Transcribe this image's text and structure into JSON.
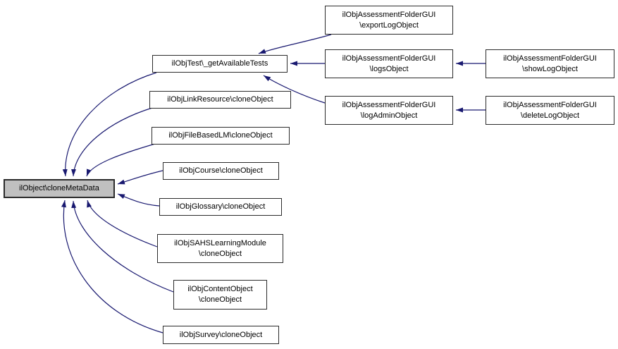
{
  "diagram": {
    "kind": "call-graph",
    "colors": {
      "edge": "#191970",
      "node_border": "#2b2b2b",
      "node_fill": "#ffffff",
      "highlight_fill": "#c0c0c0",
      "background": "#ffffff"
    },
    "highlighted_node": "ilObject\\cloneMetaData",
    "nodes": {
      "cloneMetaData": {
        "lines": [
          "ilObject\\cloneMetaData"
        ]
      },
      "getAvailableTests": {
        "lines": [
          "ilObjTest\\_getAvailableTests"
        ]
      },
      "linkResourceClone": {
        "lines": [
          "ilObjLinkResource\\cloneObject"
        ]
      },
      "fileBasedLMClone": {
        "lines": [
          "ilObjFileBasedLM\\cloneObject"
        ]
      },
      "courseClone": {
        "lines": [
          "ilObjCourse\\cloneObject"
        ]
      },
      "glossaryClone": {
        "lines": [
          "ilObjGlossary\\cloneObject"
        ]
      },
      "sahsClone": {
        "lines": [
          "ilObjSAHSLearningModule",
          "\\cloneObject"
        ]
      },
      "contentObjectClone": {
        "lines": [
          "ilObjContentObject",
          "\\cloneObject"
        ]
      },
      "surveyClone": {
        "lines": [
          "ilObjSurvey\\cloneObject"
        ]
      },
      "exportLogObject": {
        "lines": [
          "ilObjAssessmentFolderGUI",
          "\\exportLogObject"
        ]
      },
      "logsObject": {
        "lines": [
          "ilObjAssessmentFolderGUI",
          "\\logsObject"
        ]
      },
      "logAdminObject": {
        "lines": [
          "ilObjAssessmentFolderGUI",
          "\\logAdminObject"
        ]
      },
      "showLogObject": {
        "lines": [
          "ilObjAssessmentFolderGUI",
          "\\showLogObject"
        ]
      },
      "deleteLogObject": {
        "lines": [
          "ilObjAssessmentFolderGUI",
          "\\deleteLogObject"
        ]
      }
    },
    "edges": [
      {
        "from": "ilObjTest\\_getAvailableTests",
        "to": "ilObject\\cloneMetaData"
      },
      {
        "from": "ilObjLinkResource\\cloneObject",
        "to": "ilObject\\cloneMetaData"
      },
      {
        "from": "ilObjFileBasedLM\\cloneObject",
        "to": "ilObject\\cloneMetaData"
      },
      {
        "from": "ilObjCourse\\cloneObject",
        "to": "ilObject\\cloneMetaData"
      },
      {
        "from": "ilObjGlossary\\cloneObject",
        "to": "ilObject\\cloneMetaData"
      },
      {
        "from": "ilObjSAHSLearningModule\\cloneObject",
        "to": "ilObject\\cloneMetaData"
      },
      {
        "from": "ilObjContentObject\\cloneObject",
        "to": "ilObject\\cloneMetaData"
      },
      {
        "from": "ilObjSurvey\\cloneObject",
        "to": "ilObject\\cloneMetaData"
      },
      {
        "from": "ilObjAssessmentFolderGUI\\exportLogObject",
        "to": "ilObjTest\\_getAvailableTests"
      },
      {
        "from": "ilObjAssessmentFolderGUI\\logsObject",
        "to": "ilObjTest\\_getAvailableTests"
      },
      {
        "from": "ilObjAssessmentFolderGUI\\logAdminObject",
        "to": "ilObjTest\\_getAvailableTests"
      },
      {
        "from": "ilObjAssessmentFolderGUI\\showLogObject",
        "to": "ilObjAssessmentFolderGUI\\logsObject"
      },
      {
        "from": "ilObjAssessmentFolderGUI\\deleteLogObject",
        "to": "ilObjAssessmentFolderGUI\\logAdminObject"
      }
    ]
  }
}
